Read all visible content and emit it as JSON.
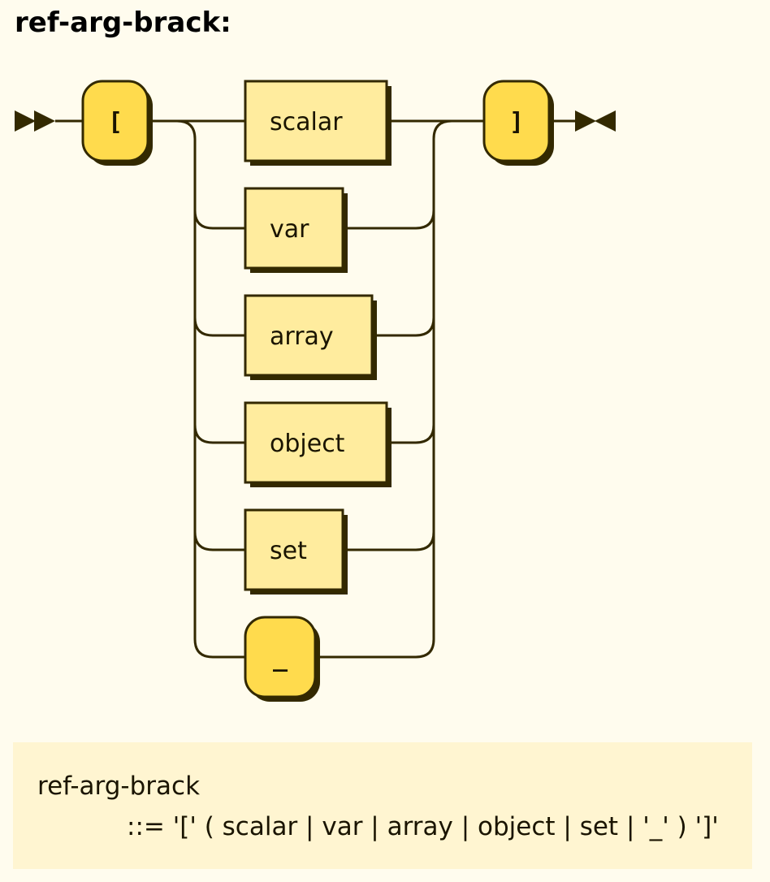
{
  "rule": {
    "name": "ref-arg-brack:"
  },
  "diagram": {
    "open_terminal": "[",
    "close_terminal": "]",
    "alternatives": [
      {
        "kind": "nonterminal",
        "label": "scalar"
      },
      {
        "kind": "nonterminal",
        "label": "var"
      },
      {
        "kind": "nonterminal",
        "label": "array"
      },
      {
        "kind": "nonterminal",
        "label": "object"
      },
      {
        "kind": "nonterminal",
        "label": "set"
      },
      {
        "kind": "terminal",
        "label": "_"
      }
    ]
  },
  "ebnf": {
    "name": "ref-arg-brack",
    "definition": "::= '[' ( scalar | var | array | object | set | '_' ) ']'"
  },
  "colors": {
    "background": "#fffcee",
    "terminal_fill": "#ffdb4d",
    "nonterminal_fill": "#ffec9e",
    "stroke": "#332900",
    "ebnf_background": "#fff5d1"
  }
}
